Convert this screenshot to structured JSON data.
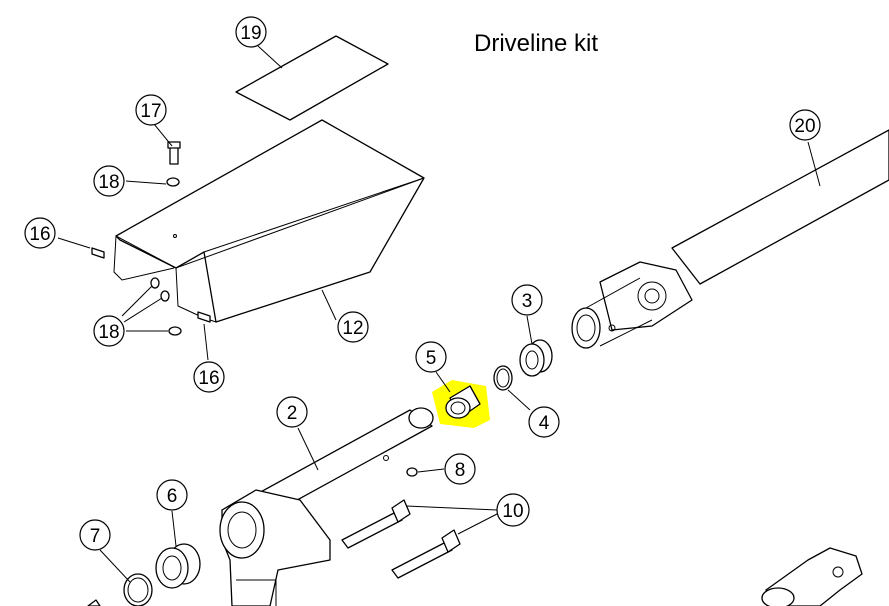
{
  "title": "Driveline kit",
  "callouts": {
    "c19": "19",
    "c17": "17",
    "c18a": "18",
    "c16a": "16",
    "c18b": "18",
    "c16b": "16",
    "c12": "12",
    "c20": "20",
    "c3": "3",
    "c5": "5",
    "c4": "4",
    "c2": "2",
    "c8": "8",
    "c6": "6",
    "c10": "10",
    "c7": "7"
  },
  "highlight_color": "#ffff00"
}
